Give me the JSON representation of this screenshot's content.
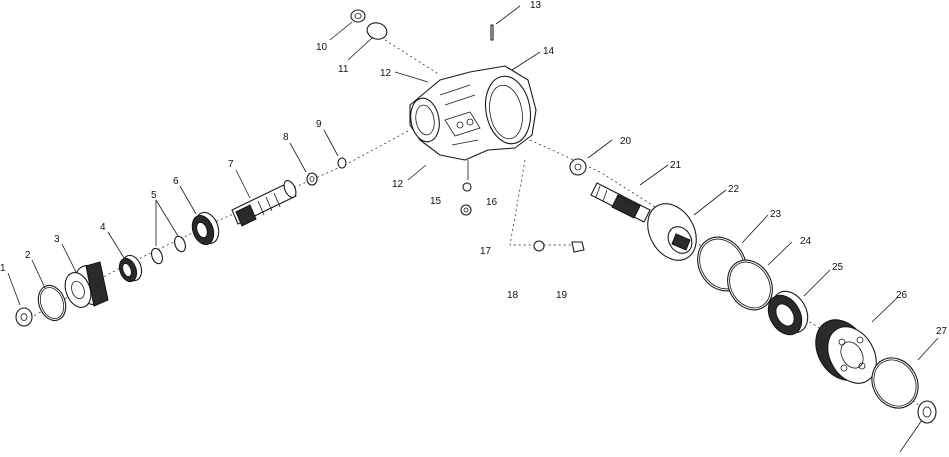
{
  "callouts": {
    "c1": "1",
    "c2": "2",
    "c3": "3",
    "c4": "4",
    "c5": "5",
    "c6": "6",
    "c7": "7",
    "c8": "8",
    "c9": "9",
    "c10": "10",
    "c11": "11",
    "c12a": "12",
    "c12b": "12",
    "c13": "13",
    "c14": "14",
    "c15": "15",
    "c16": "16",
    "c17": "17",
    "c18": "18",
    "c19": "19",
    "c20": "20",
    "c21": "21",
    "c22": "22",
    "c23": "23",
    "c24": "24",
    "c25": "25",
    "c26": "26",
    "c27": "27"
  },
  "colors": {
    "line": "#1a1a1a",
    "background": "#ffffff",
    "dark_fill": "#2a2a2a"
  }
}
